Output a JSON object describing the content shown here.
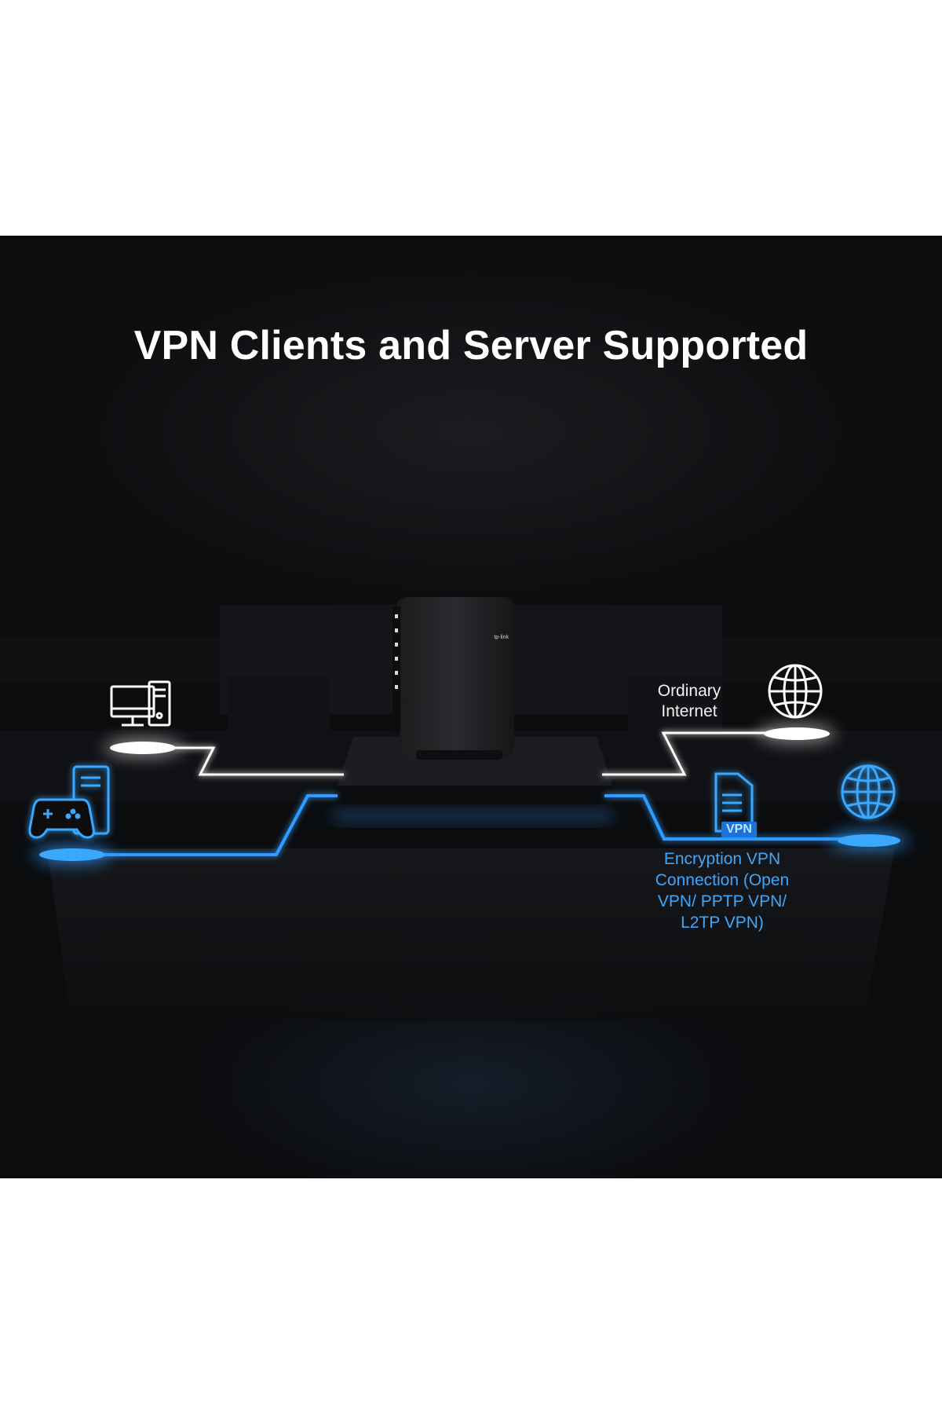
{
  "title": "VPN Clients and Server Supported",
  "labels": {
    "ordinary_internet_line1": "Ordinary",
    "ordinary_internet_line2": "Internet",
    "encryption_line1": "Encryption VPN",
    "encryption_line2": "Connection (Open",
    "encryption_line3": "VPN/ PPTP VPN/",
    "encryption_line4": "L2TP VPN)",
    "vpn_badge": "VPN",
    "router_logo": "tp-link"
  },
  "icons": [
    "desktop-computer-icon",
    "game-controller-icon",
    "globe-icon",
    "server-icon"
  ],
  "colors": {
    "background": "#0b0c0e",
    "accent_blue": "#2f9bff",
    "line_white": "#ffffff"
  }
}
